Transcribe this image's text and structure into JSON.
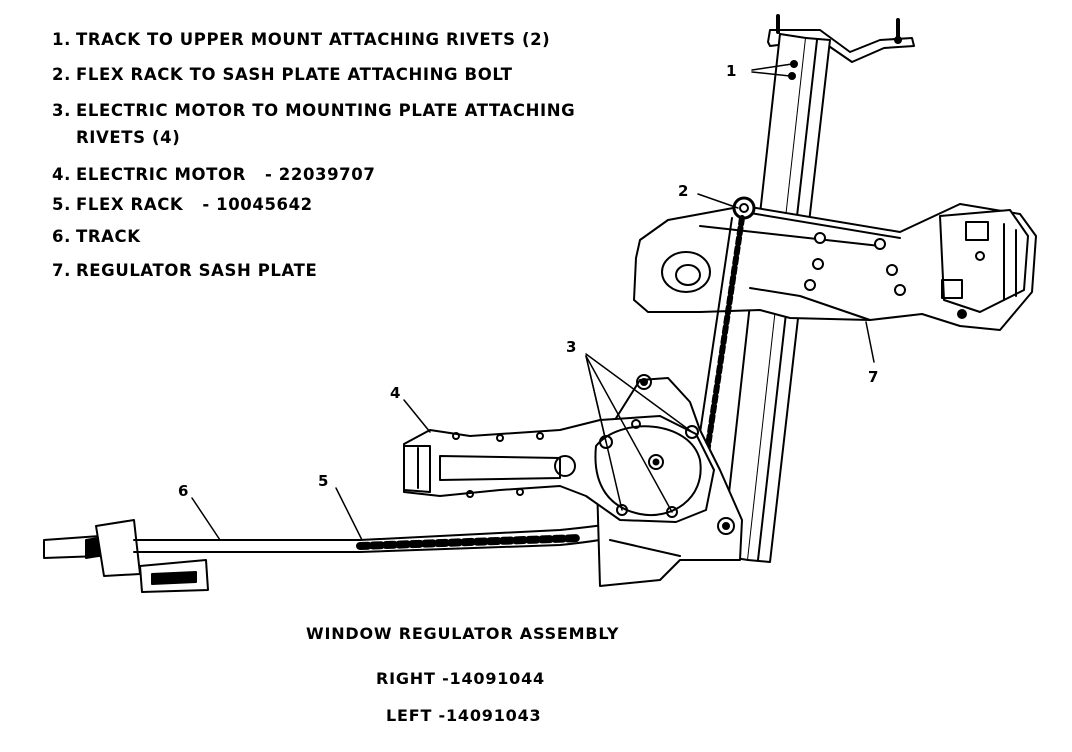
{
  "legend": [
    {
      "num": "1.",
      "text": "TRACK TO UPPER MOUNT ATTACHING RIVETS (2)"
    },
    {
      "num": "2.",
      "text": "FLEX RACK TO SASH PLATE ATTACHING BOLT"
    },
    {
      "num": "3.",
      "text": "ELECTRIC MOTOR TO MOUNTING PLATE ATTACHING",
      "cont": "RIVETS (4)"
    },
    {
      "num": "4.",
      "text": "ELECTRIC MOTOR   - 22039707"
    },
    {
      "num": "5.",
      "text": "FLEX RACK   - 10045642"
    },
    {
      "num": "6.",
      "text": "TRACK"
    },
    {
      "num": "7.",
      "text": "REGULATOR SASH PLATE"
    }
  ],
  "callouts": {
    "c1": "1",
    "c2": "2",
    "c3": "3",
    "c4": "4",
    "c5": "5",
    "c6": "6",
    "c7": "7"
  },
  "caption": {
    "title": "WINDOW REGULATOR ASSEMBLY",
    "right": "RIGHT -14091044",
    "left": "LEFT -14091043"
  }
}
